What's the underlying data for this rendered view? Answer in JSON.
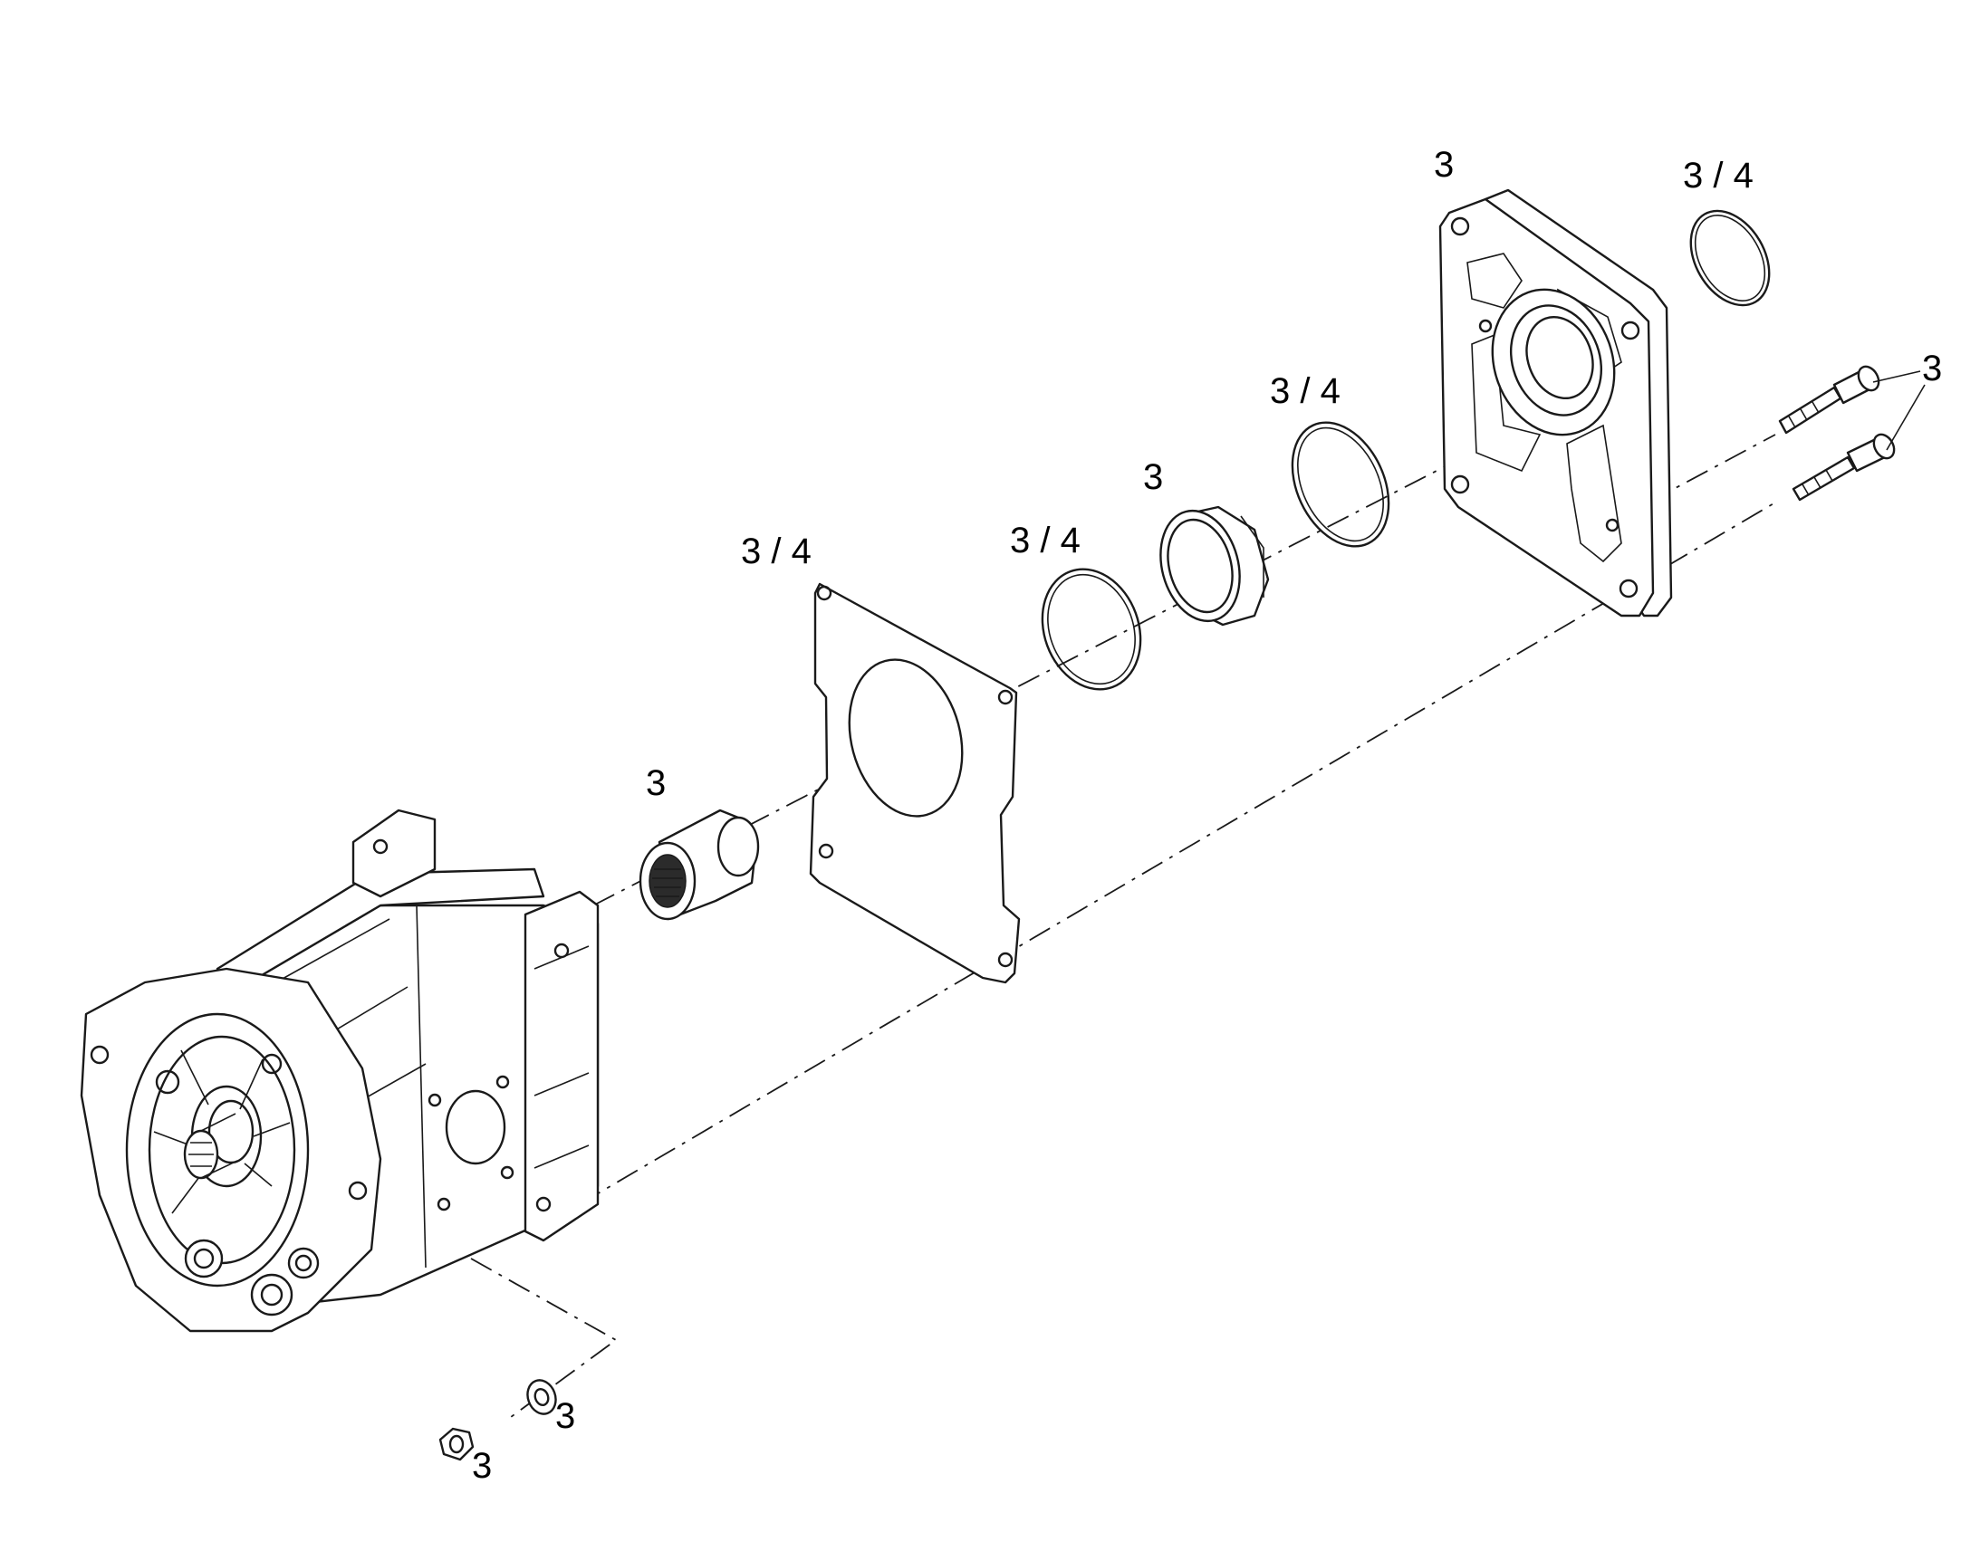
{
  "diagram": {
    "callouts": {
      "flange_plate": "3",
      "oring_right": "3 / 4",
      "bolts": "3",
      "oring_upper_mid": "3 / 4",
      "shaft_seal": "3",
      "oring_lower_mid": "3 / 4",
      "gasket": "3 / 4",
      "needle_bearing": "3",
      "washer": "3",
      "nut": "3"
    }
  }
}
